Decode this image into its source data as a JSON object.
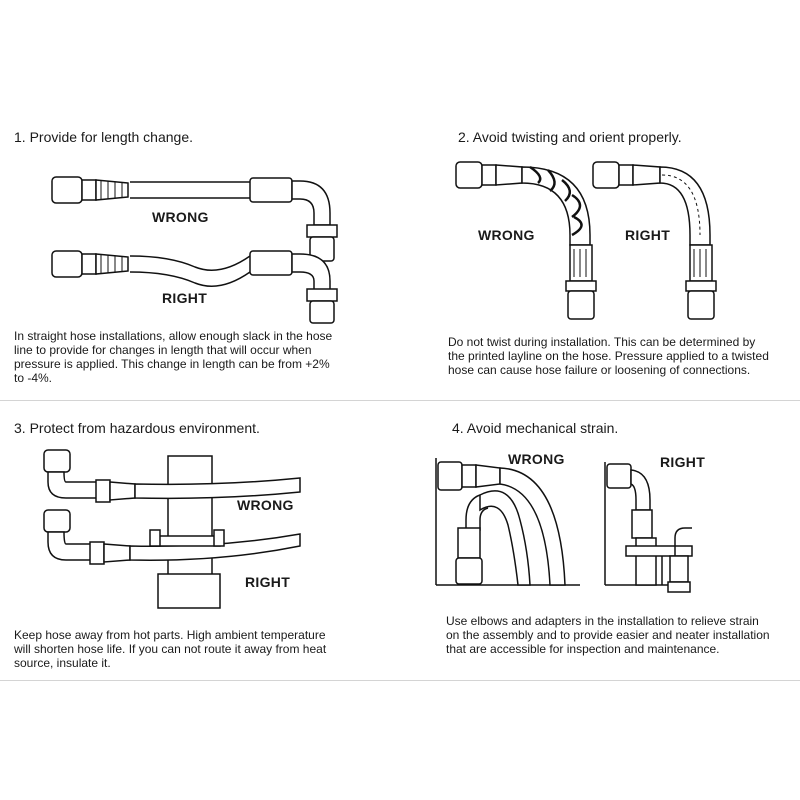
{
  "panels": [
    {
      "title": "1. Provide for length change.",
      "wrong": "WRONG",
      "right": "RIGHT",
      "description": [
        "In straight hose installations, allow enough slack in the hose",
        "line to provide for changes in length that will occur when",
        "pressure is applied. This change in length can be from +2%",
        "to -4%."
      ]
    },
    {
      "title": "2. Avoid twisting and orient properly.",
      "wrong": "WRONG",
      "right": "RIGHT",
      "description": [
        "Do not twist during installation. This can be determined by",
        "the printed layline on the hose. Pressure applied to a twisted",
        "hose can cause hose failure or loosening of connections."
      ]
    },
    {
      "title": "3. Protect from hazardous environment.",
      "wrong": "WRONG",
      "right": "RIGHT",
      "description": [
        "Keep hose away from hot parts. High ambient temperature",
        "will shorten hose life. If you can not route it away from heat",
        "source, insulate it."
      ]
    },
    {
      "title": "4. Avoid mechanical strain.",
      "wrong": "WRONG",
      "right": "RIGHT",
      "description": [
        "Use elbows and adapters in the installation to relieve strain",
        "on the assembly and to provide easier and neater installation",
        "that are accessible for inspection and maintenance."
      ]
    }
  ]
}
